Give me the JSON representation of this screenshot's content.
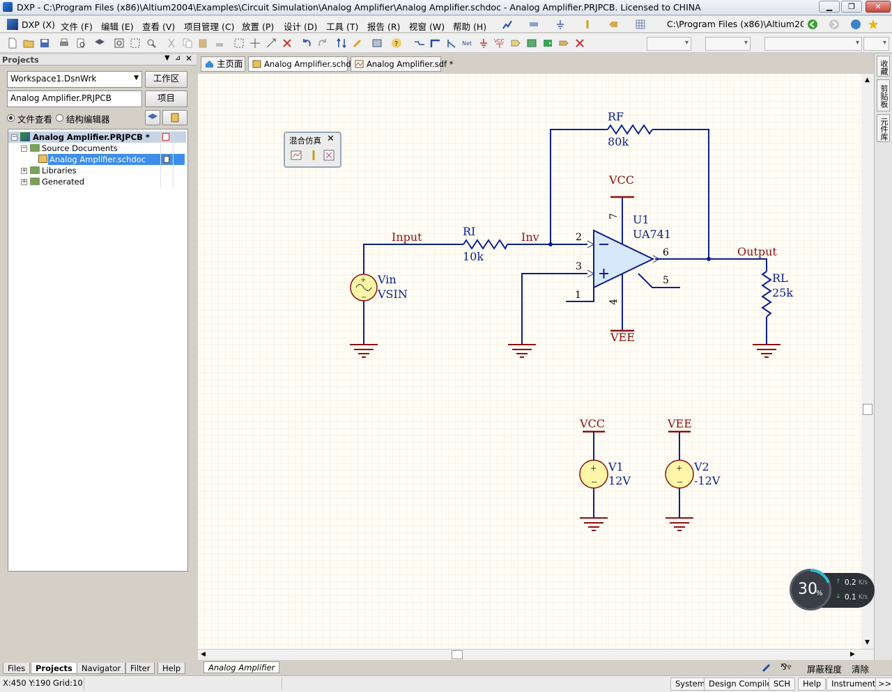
{
  "window": {
    "title": "DXP - C:\\Program Files (x86)\\Altium2004\\Examples\\Circuit Simulation\\Analog Amplifier\\Analog Amplifier.schdoc - Analog Amplifier.PRJPCB. Licensed to CHINA"
  },
  "menu": {
    "items": [
      "DXP (X)",
      "文件 (F)",
      "编辑 (E)",
      "查看 (V)",
      "项目管理 (C)",
      "放置 (P)",
      "设计 (D)",
      "工具 (T)",
      "报告 (R)",
      "视窗 (W)",
      "帮助 (H)"
    ],
    "path": "C:\\Program Files (x86)\\Altium2C"
  },
  "panel": {
    "title": "Projects",
    "workspace": "Workspace1.DsnWrk",
    "workspace_button": "工作区",
    "project": "Analog Amplifier.PRJPCB",
    "project_button": "项目",
    "radio_file_view": "文件查看",
    "radio_structure": "结构编辑器",
    "tree": {
      "root": "Analog Amplifier.PRJPCB *",
      "source_docs": "Source Documents",
      "schdoc": "Analog Amplifier.schdoc",
      "libraries": "Libraries",
      "generated": "Generated"
    },
    "bottom_tabs": [
      "Files",
      "Projects",
      "Navigator",
      "Filter",
      "Help"
    ]
  },
  "doc_tabs": [
    "主页面",
    "Analog Amplifier.schdoc",
    "Analog Amplifier.sdf *"
  ],
  "mixsim": {
    "title": "混合仿真"
  },
  "schematic": {
    "rf_label": "RF",
    "rf_value": "80k",
    "ri_label": "RI",
    "ri_value": "10k",
    "net_input": "Input",
    "net_inv": "Inv",
    "net_output": "Output",
    "vin_label": "Vin",
    "vin_value": "VSIN",
    "u1_label": "U1",
    "u1_value": "UA741",
    "vcc": "VCC",
    "vee": "VEE",
    "rl_label": "RL",
    "rl_value": "25k",
    "pin2": "2",
    "pin3": "3",
    "pin6": "6",
    "pin7": "7",
    "pin4": "4",
    "pin1": "1",
    "pin5": "5",
    "v1_label": "V1",
    "v1_value": "12V",
    "v2_label": "V2",
    "v2_value": "-12V",
    "vcc2": "VCC",
    "vee2": "VEE"
  },
  "sheet_tab": "Analog Amplifier",
  "right_tabs": [
    "收藏",
    "剪贴板",
    "元件库"
  ],
  "statusbar": {
    "coords": "X:450 Y:190",
    "grid": "Grid:10",
    "right_buttons": [
      "System",
      "Design Compiler",
      "SCH",
      "Help",
      "Instruments",
      ">>"
    ],
    "mask_level": "屏蔽程度",
    "clear": "清除"
  },
  "netwidget": {
    "percent": "30",
    "percent_unit": "%",
    "up": "0.2",
    "down": "0.1",
    "unit": "K/s"
  },
  "colors": {
    "wire": "#0b1f8a",
    "label_red": "#8b1010",
    "component": "#8b1010",
    "grid": "#efeadf",
    "canvas": "#fffdf5",
    "source_fill": "#fff6a8"
  }
}
